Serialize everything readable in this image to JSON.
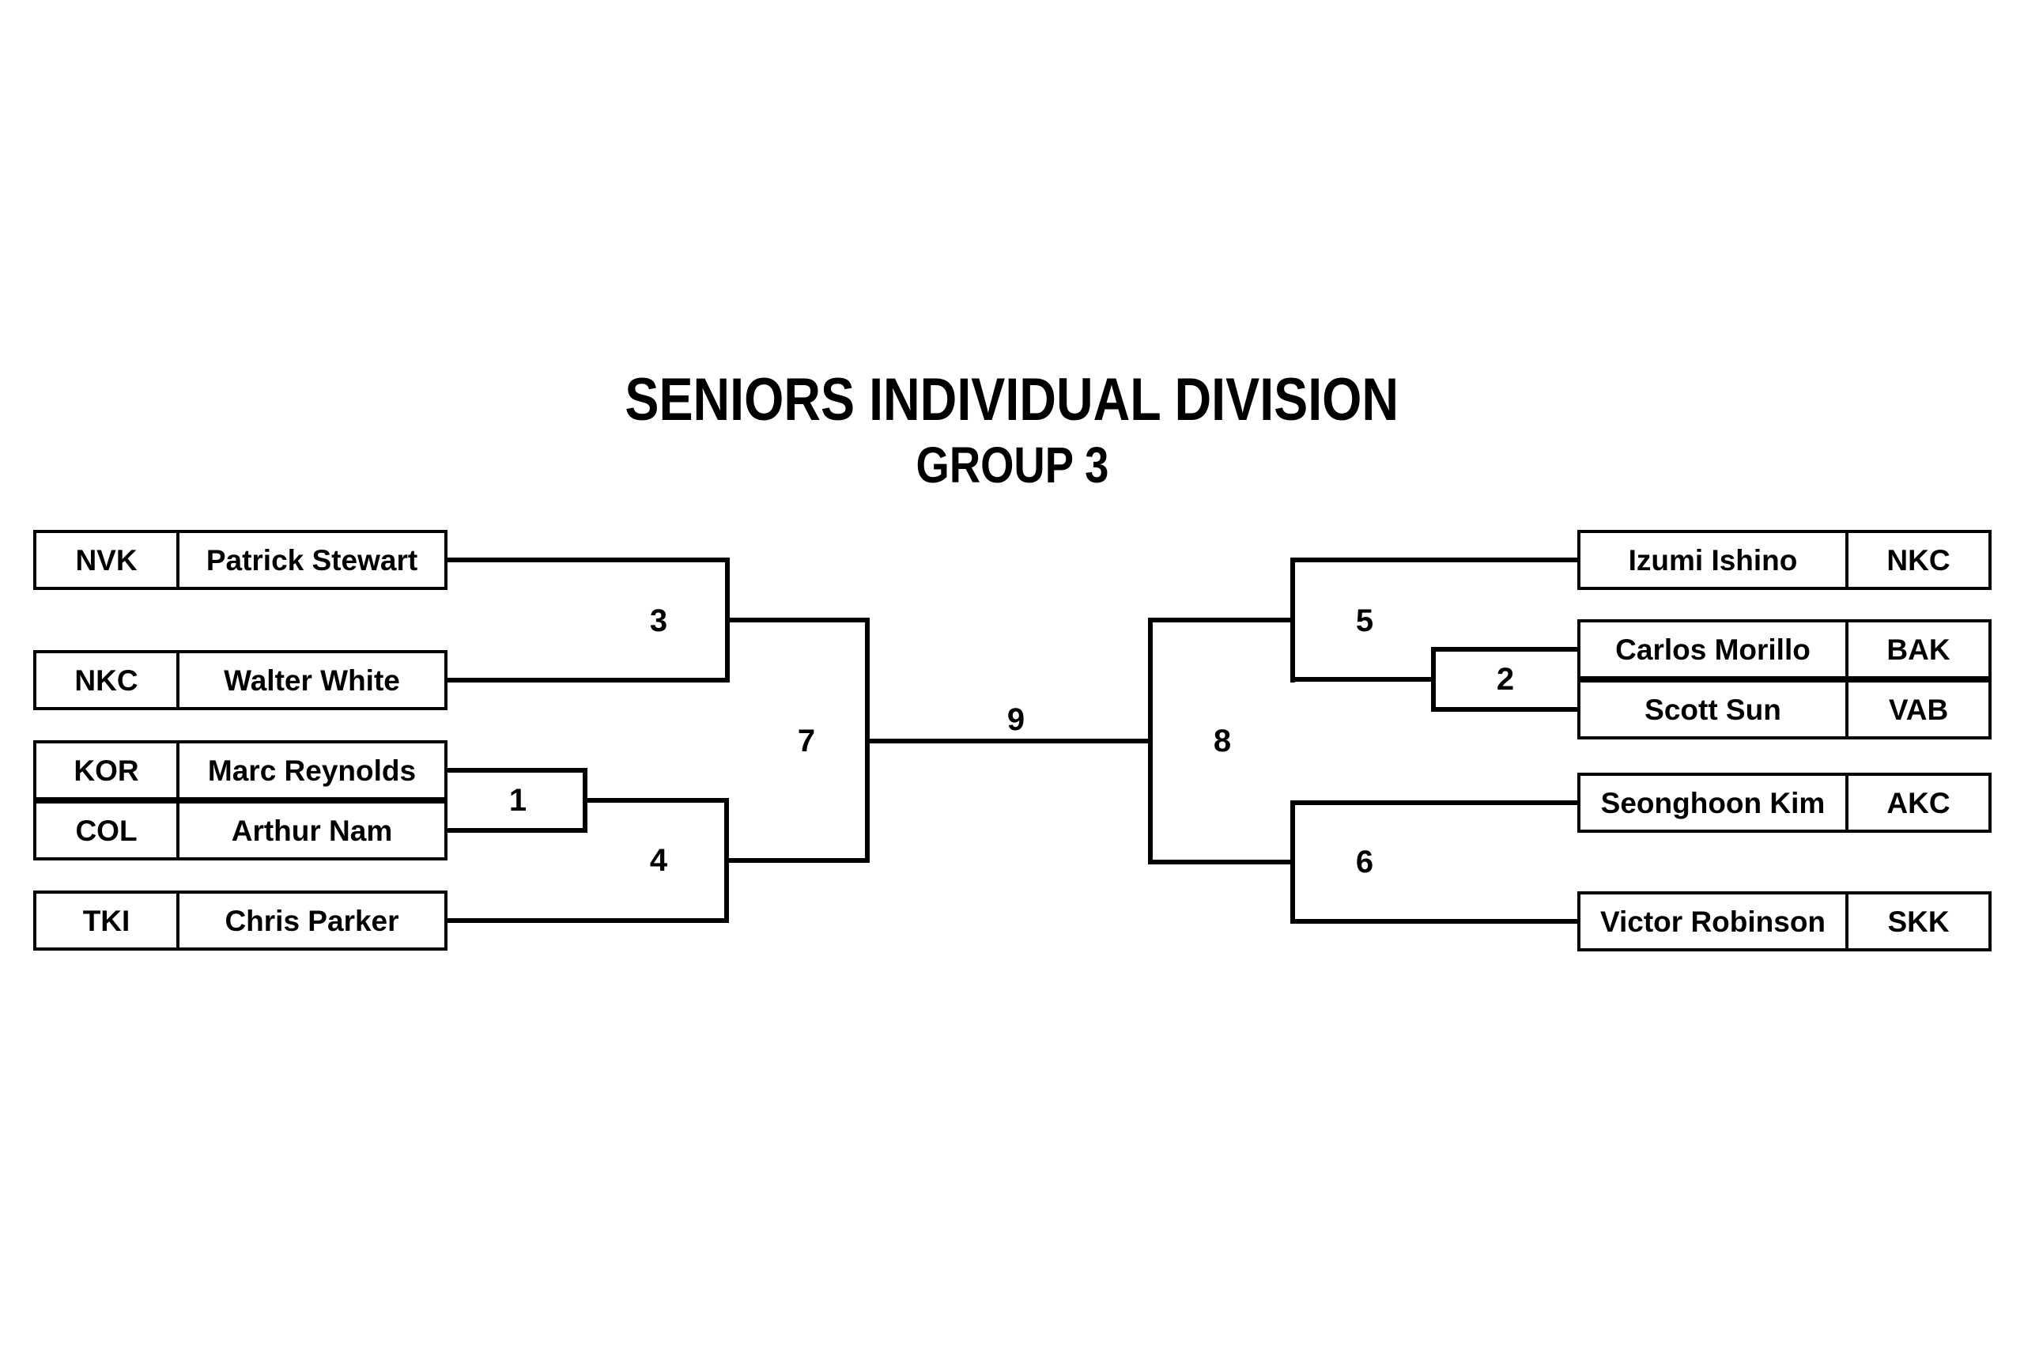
{
  "title": "SENIORS INDIVIDUAL DIVISION",
  "subtitle": "GROUP 3",
  "bracket": {
    "left": [
      {
        "club": "NVK",
        "name": "Patrick Stewart"
      },
      {
        "club": "NKC",
        "name": "Walter White"
      },
      {
        "club": "KOR",
        "name": "Marc Reynolds"
      },
      {
        "club": "COL",
        "name": "Arthur Nam"
      },
      {
        "club": "TKI",
        "name": "Chris Parker"
      }
    ],
    "right": [
      {
        "name": "Izumi Ishino",
        "club": "NKC"
      },
      {
        "name": "Carlos Morillo",
        "club": "BAK"
      },
      {
        "name": "Scott Sun",
        "club": "VAB"
      },
      {
        "name": "Seonghoon Kim",
        "club": "AKC"
      },
      {
        "name": "Victor Robinson",
        "club": "SKK"
      }
    ],
    "match_numbers": {
      "m1": "1",
      "m2": "2",
      "m3": "3",
      "m4": "4",
      "m5": "5",
      "m6": "6",
      "m7": "7",
      "m8": "8",
      "m9": "9"
    },
    "colors": {
      "ink": "#000000",
      "background": "#ffffff"
    }
  }
}
